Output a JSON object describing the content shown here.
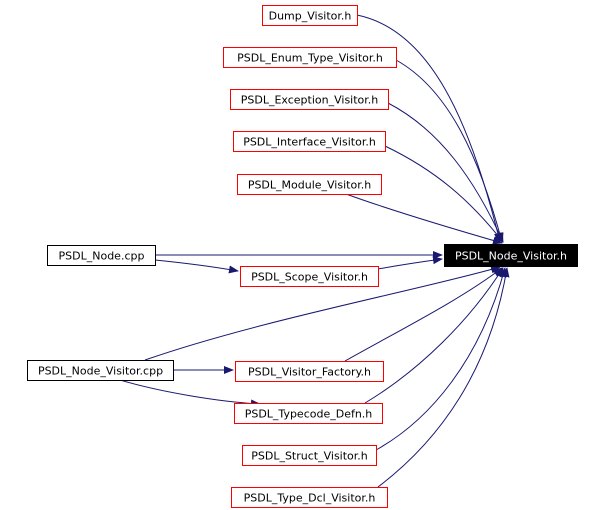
{
  "diagram": {
    "target": {
      "id": "psdl-node-visitor-h",
      "label": "PSDL_Node_Visitor.h",
      "style": "highlighted"
    },
    "nodes": [
      {
        "id": "dump-visitor-h",
        "label": "Dump_Visitor.h",
        "style": "red"
      },
      {
        "id": "psdl-enum-type-visitor-h",
        "label": "PSDL_Enum_Type_Visitor.h",
        "style": "red"
      },
      {
        "id": "psdl-exception-visitor-h",
        "label": "PSDL_Exception_Visitor.h",
        "style": "red"
      },
      {
        "id": "psdl-interface-visitor-h",
        "label": "PSDL_Interface_Visitor.h",
        "style": "red"
      },
      {
        "id": "psdl-module-visitor-h",
        "label": "PSDL_Module_Visitor.h",
        "style": "red"
      },
      {
        "id": "psdl-node-cpp",
        "label": "PSDL_Node.cpp",
        "style": "black"
      },
      {
        "id": "psdl-scope-visitor-h",
        "label": "PSDL_Scope_Visitor.h",
        "style": "red"
      },
      {
        "id": "psdl-node-visitor-cpp",
        "label": "PSDL_Node_Visitor.cpp",
        "style": "black"
      },
      {
        "id": "psdl-visitor-factory-h",
        "label": "PSDL_Visitor_Factory.h",
        "style": "red"
      },
      {
        "id": "psdl-typecode-defn-h",
        "label": "PSDL_Typecode_Defn.h",
        "style": "red"
      },
      {
        "id": "psdl-struct-visitor-h",
        "label": "PSDL_Struct_Visitor.h",
        "style": "red"
      },
      {
        "id": "psdl-type-dcl-visitor-h",
        "label": "PSDL_Type_Dcl_Visitor.h",
        "style": "red"
      }
    ],
    "edges": [
      {
        "from": "dump-visitor-h",
        "to": "psdl-node-visitor-h"
      },
      {
        "from": "psdl-enum-type-visitor-h",
        "to": "psdl-node-visitor-h"
      },
      {
        "from": "psdl-exception-visitor-h",
        "to": "psdl-node-visitor-h"
      },
      {
        "from": "psdl-interface-visitor-h",
        "to": "psdl-node-visitor-h"
      },
      {
        "from": "psdl-module-visitor-h",
        "to": "psdl-node-visitor-h"
      },
      {
        "from": "psdl-node-cpp",
        "to": "psdl-node-visitor-h"
      },
      {
        "from": "psdl-node-cpp",
        "to": "psdl-scope-visitor-h"
      },
      {
        "from": "psdl-scope-visitor-h",
        "to": "psdl-node-visitor-h"
      },
      {
        "from": "psdl-node-visitor-cpp",
        "to": "psdl-node-visitor-h"
      },
      {
        "from": "psdl-node-visitor-cpp",
        "to": "psdl-visitor-factory-h"
      },
      {
        "from": "psdl-node-visitor-cpp",
        "to": "psdl-typecode-defn-h"
      },
      {
        "from": "psdl-visitor-factory-h",
        "to": "psdl-node-visitor-h"
      },
      {
        "from": "psdl-typecode-defn-h",
        "to": "psdl-node-visitor-h"
      },
      {
        "from": "psdl-struct-visitor-h",
        "to": "psdl-node-visitor-h"
      },
      {
        "from": "psdl-type-dcl-visitor-h",
        "to": "psdl-node-visitor-h"
      }
    ],
    "colors": {
      "edge": "#191970",
      "red_border": "#ff0000",
      "black_border": "#000000",
      "target_fill": "#000000",
      "target_text": "#ffffff"
    }
  }
}
